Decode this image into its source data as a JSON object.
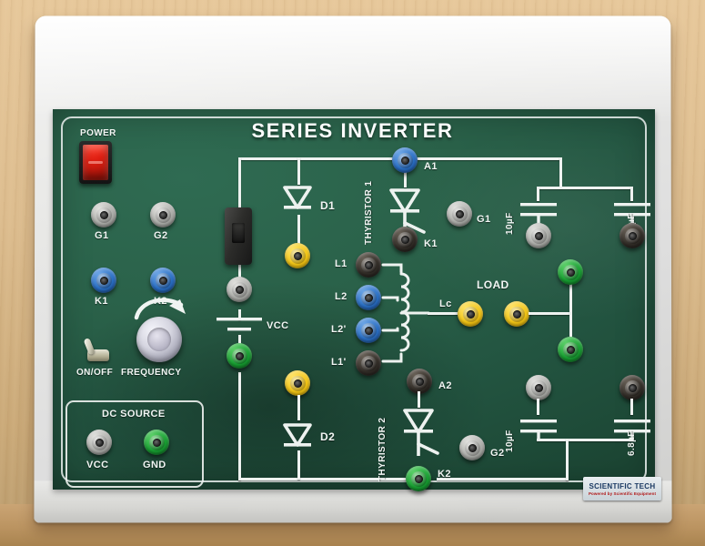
{
  "device": {
    "title": "SERIES INVERTER",
    "brand_name": "SCIENTIFIC TECH",
    "brand_tagline": "Powered by Scientific Equipment",
    "panel_color": "#2a6149",
    "case_color": "#e8e8e6"
  },
  "controls": {
    "power_label": "POWER",
    "onoff_label": "ON/OFF",
    "frequency_label": "FREQUENCY"
  },
  "dc_source": {
    "box_label": "DC SOURCE",
    "vcc_label": "VCC",
    "gnd_label": "GND"
  },
  "gate_terminals": [
    {
      "label": "G1",
      "color": "gray"
    },
    {
      "label": "G2",
      "color": "gray"
    },
    {
      "label": "K1",
      "color": "blue"
    },
    {
      "label": "K2",
      "color": "blue"
    }
  ],
  "circuit": {
    "vcc_label": "VCC",
    "diode1_label": "D1",
    "diode2_label": "D2",
    "thyristor1_label": "THYRISTOR 1",
    "thyristor2_label": "THYRISTOR 2",
    "t1_anode": "A1",
    "t1_gate": "G1",
    "t1_cathode": "K1",
    "t2_anode": "A2",
    "t2_gate": "G2",
    "t2_cathode": "K2",
    "inductor_taps": [
      "L1",
      "L2",
      "L2'",
      "L1'"
    ],
    "lc_label": "Lc",
    "load_label": "LOAD",
    "capacitors_top": [
      "10µF",
      "6.8µF"
    ],
    "capacitors_bottom": [
      "10µF",
      "6.8µF"
    ]
  }
}
